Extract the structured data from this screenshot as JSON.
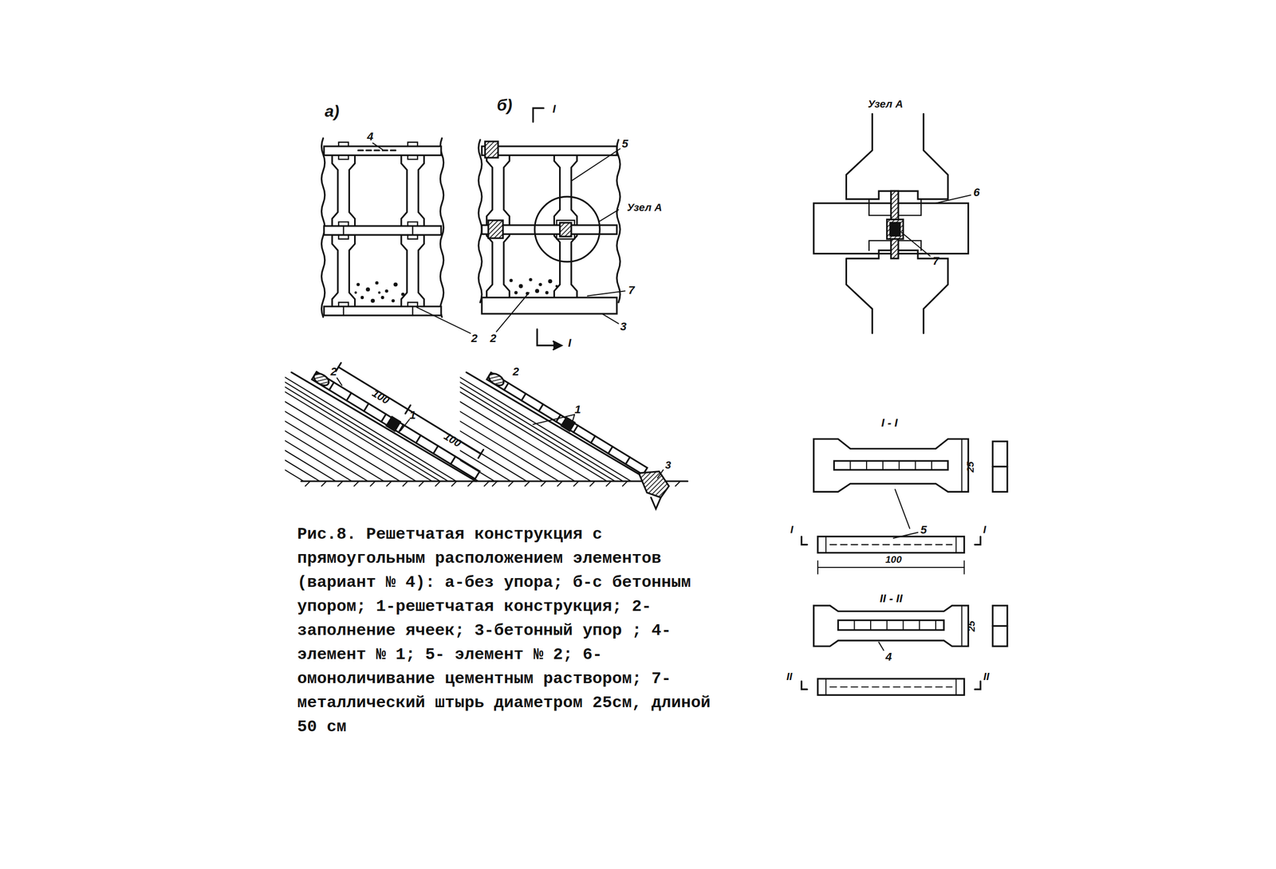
{
  "diagram": {
    "caption": "Рис.8. Решетчатая конструкция с прямоугольным расположением элементов (вариант № 4): а-без упора; б-с бетонным упором; 1-решетчатая конструкция; 2-заполнение ячеек; 3-бетонный упор ; 4-элемент № 1; 5- элемент № 2; 6-омоноличивание цементным раствором; 7-металлический штырь диаметром 25см, длиной 50 см",
    "labels": [
      "а)",
      "4",
      "2",
      "б)",
      "I",
      "5",
      "Узел А",
      "7",
      "2",
      "3",
      "I",
      "2",
      "100",
      "1",
      "100",
      "2",
      "1",
      "3",
      "Узел А",
      "6",
      "7",
      "I - I",
      "25",
      "5",
      "I",
      "I",
      "100",
      "II - II",
      "25",
      "4",
      "II",
      "II"
    ]
  }
}
